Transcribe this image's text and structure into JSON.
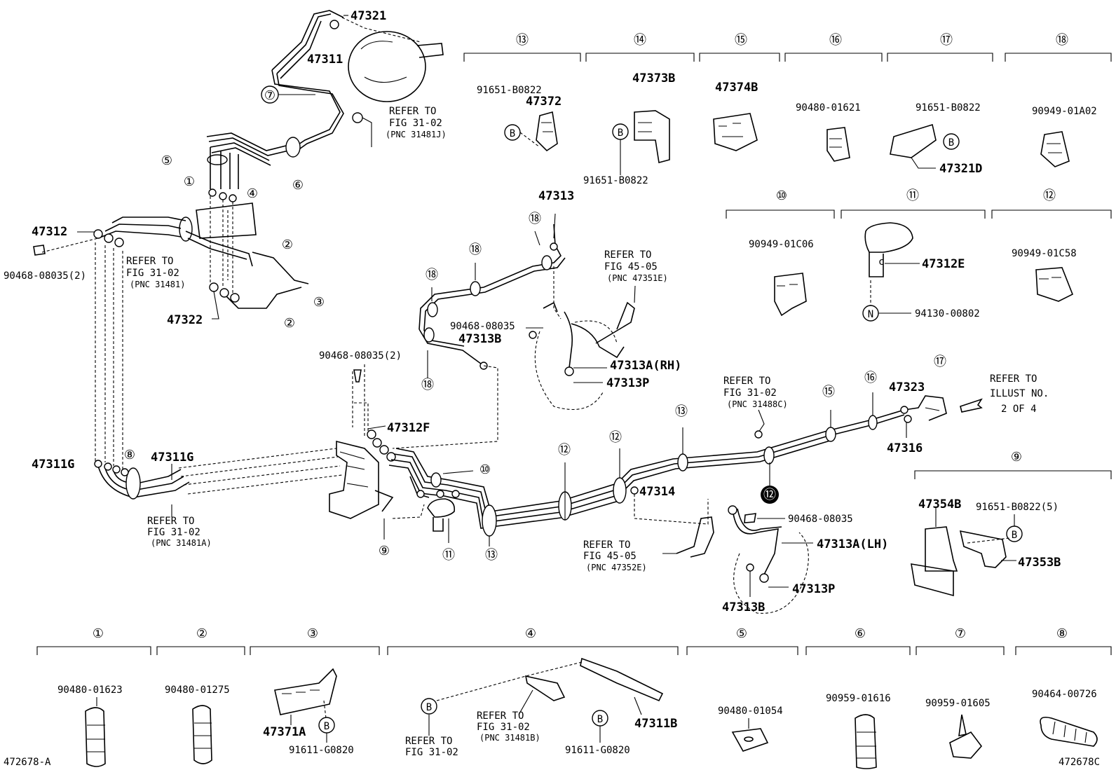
{
  "diagram_title": "",
  "footer": {
    "left_code": "472678-A",
    "right_code": "472678C"
  },
  "callouts": [
    {
      "id": "c1",
      "text": "47321"
    },
    {
      "id": "c2",
      "text": "47311"
    },
    {
      "id": "c3",
      "text": "REFER TO"
    },
    {
      "id": "c4",
      "text": "FIG 31-02"
    },
    {
      "id": "c5",
      "text": "(PNC 31481J)"
    },
    {
      "id": "c6",
      "text": "47312"
    },
    {
      "id": "c7",
      "text": "REFER TO"
    },
    {
      "id": "c8",
      "text": "FIG 31-02"
    },
    {
      "id": "c9",
      "text": "(PNC 31481)"
    },
    {
      "id": "c10",
      "text": "90468-08035(2)"
    },
    {
      "id": "c11",
      "text": "47322"
    },
    {
      "id": "c12",
      "text": "90468-08035(2)"
    },
    {
      "id": "c13",
      "text": "47312F"
    },
    {
      "id": "c14",
      "text": "47311G"
    },
    {
      "id": "c15",
      "text": "47311G"
    },
    {
      "id": "c16",
      "text": "REFER TO"
    },
    {
      "id": "c17",
      "text": "FIG 31-02"
    },
    {
      "id": "c18",
      "text": "(PNC 31481A)"
    },
    {
      "id": "c19",
      "text": "47313"
    },
    {
      "id": "c20",
      "text": "REFER TO"
    },
    {
      "id": "c21",
      "text": "FIG 45-05"
    },
    {
      "id": "c22",
      "text": "(PNC 47351E)"
    },
    {
      "id": "c23",
      "text": "90468-08035"
    },
    {
      "id": "c24",
      "text": "47313B"
    },
    {
      "id": "c25",
      "text": "47313A(RH)"
    },
    {
      "id": "c26",
      "text": "47313P"
    },
    {
      "id": "c27",
      "text": "REFER TO"
    },
    {
      "id": "c28",
      "text": "FIG 31-02"
    },
    {
      "id": "c29",
      "text": "(PNC 31488C)"
    },
    {
      "id": "c30",
      "text": "47323"
    },
    {
      "id": "c31",
      "text": "47316"
    },
    {
      "id": "c32",
      "text": "REFER TO"
    },
    {
      "id": "c33",
      "text": "ILLUST NO."
    },
    {
      "id": "c34",
      "text": "2 OF 4"
    },
    {
      "id": "c35",
      "text": "47314"
    },
    {
      "id": "c36",
      "text": "90468-08035"
    },
    {
      "id": "c37",
      "text": "REFER TO"
    },
    {
      "id": "c38",
      "text": "FIG 45-05"
    },
    {
      "id": "c39",
      "text": "(PNC 47352E)"
    },
    {
      "id": "c40",
      "text": "47313A(LH)"
    },
    {
      "id": "c41",
      "text": "47313P"
    },
    {
      "id": "c42",
      "text": "47313B"
    },
    {
      "id": "c43",
      "text": "47354B"
    },
    {
      "id": "c44",
      "text": "91651-B0822(5)"
    },
    {
      "id": "c45",
      "text": "47353B"
    }
  ],
  "top_groups": [
    {
      "num": "⑬",
      "parts": [
        "91651-B0822",
        "47372"
      ]
    },
    {
      "num": "⑭",
      "parts": [
        "47373B",
        "91651-B0822"
      ]
    },
    {
      "num": "⑮",
      "parts": [
        "47374B"
      ]
    },
    {
      "num": "⑯",
      "parts": [
        "90480-01621"
      ]
    },
    {
      "num": "⑰",
      "parts": [
        "91651-B0822",
        "47321D"
      ]
    },
    {
      "num": "⑱",
      "parts": [
        "90949-01A02"
      ]
    },
    {
      "num": "⑩",
      "parts": [
        "90949-01C06"
      ]
    },
    {
      "num": "⑪",
      "parts": [
        "47312E",
        "94130-00802"
      ]
    },
    {
      "num": "⑫",
      "parts": [
        "90949-01C58"
      ]
    },
    {
      "num": "⑨",
      "parts": []
    }
  ],
  "bottom_groups": [
    {
      "num": "①",
      "parts": [
        "90480-01623"
      ]
    },
    {
      "num": "②",
      "parts": [
        "90480-01275"
      ]
    },
    {
      "num": "③",
      "parts": [
        "47371A",
        "91611-G0820"
      ]
    },
    {
      "num": "④",
      "parts": [
        "REFER TO",
        "FIG 31-02",
        "(PNC 31481B)",
        "47311B",
        "91611-G0820",
        "REFER TO",
        "FIG 31-02"
      ]
    },
    {
      "num": "⑤",
      "parts": [
        "90480-01054"
      ]
    },
    {
      "num": "⑥",
      "parts": [
        "90959-01616"
      ]
    },
    {
      "num": "⑦",
      "parts": [
        "90959-01605"
      ]
    },
    {
      "num": "⑧",
      "parts": [
        "90464-00726"
      ]
    }
  ],
  "markers": {
    "b": "B",
    "n": "N"
  },
  "diagram_circles": [
    "①",
    "②",
    "③",
    "④",
    "⑤",
    "⑥",
    "⑦",
    "⑧",
    "⑨",
    "⑩",
    "⑪",
    "⑫",
    "⑬",
    "⑭",
    "⑮",
    "⑯",
    "⑰",
    "⑱"
  ]
}
